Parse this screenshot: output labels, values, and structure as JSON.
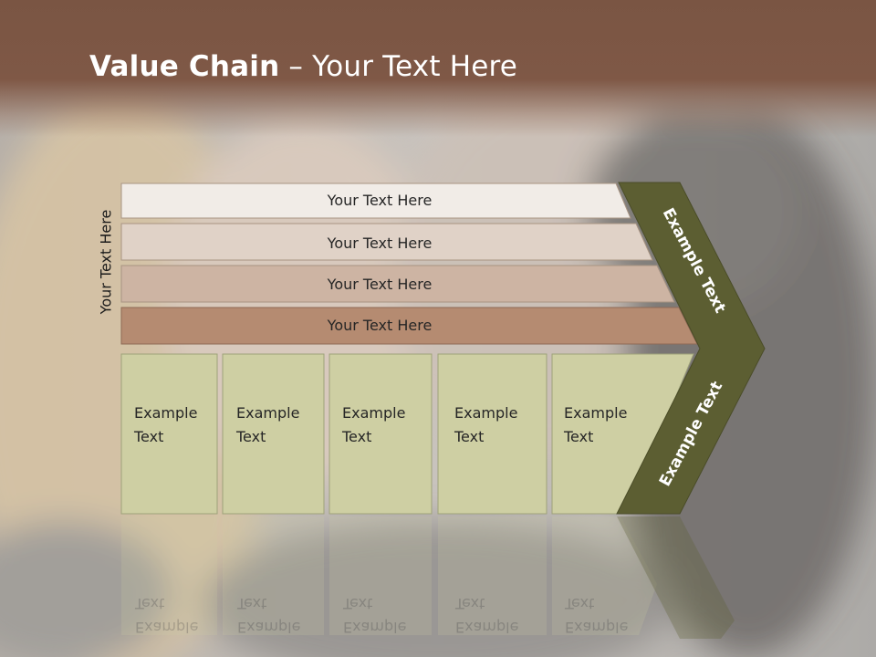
{
  "slide": {
    "title_bold": "Value Chain",
    "title_rest": " – Your Text Here",
    "side_label": "Your Text Here"
  },
  "bars": [
    {
      "label": "Your Text Here",
      "color": "#f1ece7"
    },
    {
      "label": "Your Text Here",
      "color": "#e0d2c7"
    },
    {
      "label": "Your Text Here",
      "color": "#cdb4a3"
    },
    {
      "label": "Your Text Here",
      "color": "#b58b71"
    }
  ],
  "boxes": [
    {
      "line1": "Example",
      "line2": "Text"
    },
    {
      "line1": "Example",
      "line2": "Text"
    },
    {
      "line1": "Example",
      "line2": "Text"
    },
    {
      "line1": "Example",
      "line2": "Text"
    },
    {
      "line1": "Example",
      "line2": "Text"
    }
  ],
  "chevron": {
    "upper_label": "Example Text",
    "lower_label": "Example Text",
    "color": "#5c5e32"
  },
  "colors": {
    "header": "#7f5846",
    "box_fill": "#cecfa3",
    "box_border": "#9ea27a"
  }
}
